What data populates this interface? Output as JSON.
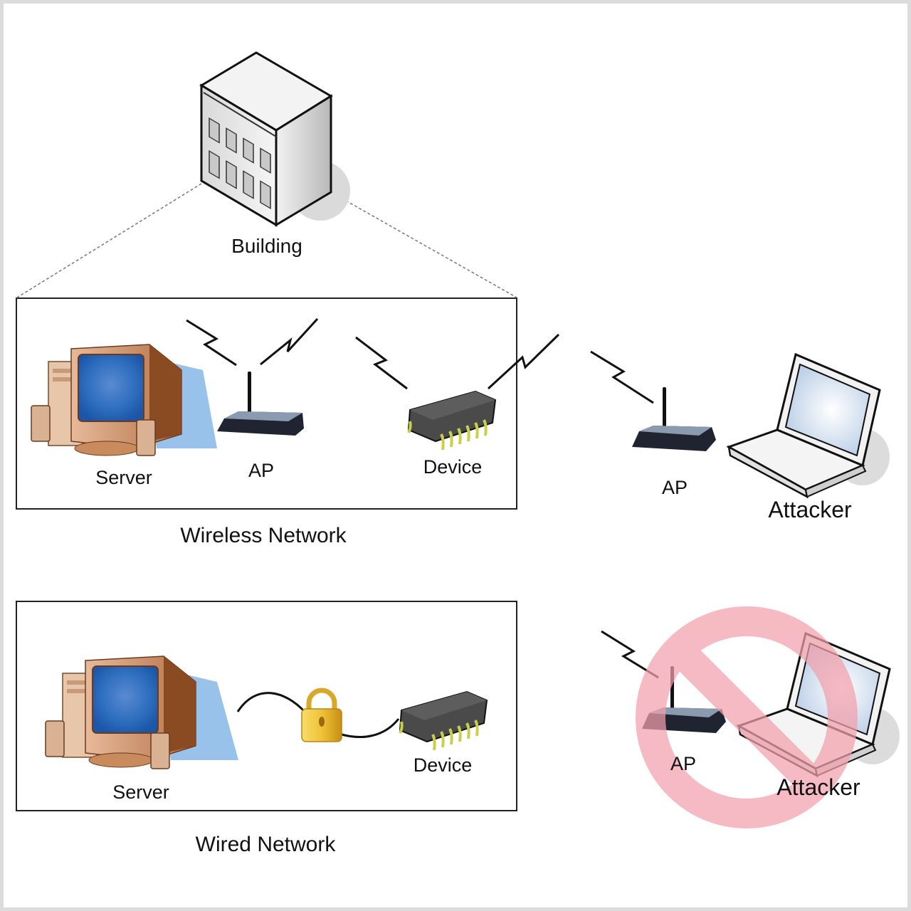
{
  "diagram": {
    "building": {
      "label": "Building"
    },
    "wireless_network": {
      "caption": "Wireless Network",
      "server_label": "Server",
      "ap_label": "AP",
      "device_label": "Device"
    },
    "external_wireless": {
      "ap_label": "AP",
      "attacker_label": "Attacker"
    },
    "wired_network": {
      "caption": "Wired Network",
      "server_label": "Server",
      "device_label": "Device"
    },
    "blocked_attack": {
      "ap_label": "AP",
      "attacker_label": "Attacker"
    },
    "colors": {
      "prohibition": "#f4a3ae",
      "screen_blue": "#2f6fc0",
      "monitor_tan": "#c98a5c",
      "lock_gold": "#e8b62a",
      "chip_gray": "#555555",
      "chip_pins": "#c9cf4a"
    }
  }
}
